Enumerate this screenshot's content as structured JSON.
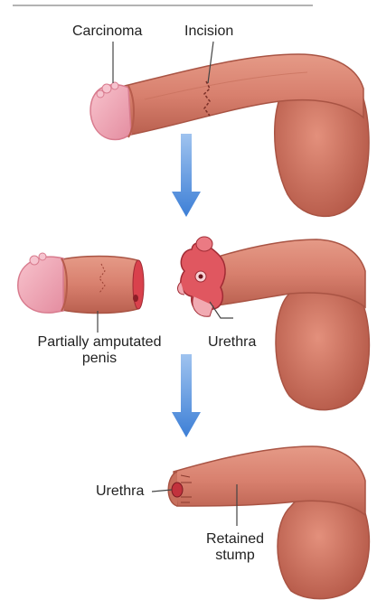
{
  "labels": {
    "carcinoma": "Carcinoma",
    "incision": "Incision",
    "partially_amputated_line1": "Partially amputated",
    "partially_amputated_line2": "penis",
    "urethra_middle": "Urethra",
    "urethra_bottom": "Urethra",
    "retained_line1": "Retained",
    "retained_line2": "stump"
  },
  "colors": {
    "skin": "#d8806e",
    "skin_dark": "#b75c4c",
    "skin_light": "#eaa192",
    "glans": "#f2a6b4",
    "glans_edge": "#d87b8e",
    "tumor": "#f6c4cf",
    "stump_red": "#d9414c",
    "arrow": "#4c8fe0",
    "label_line": "#444444"
  },
  "icons": [
    "down-arrow-icon",
    "down-arrow-icon"
  ]
}
